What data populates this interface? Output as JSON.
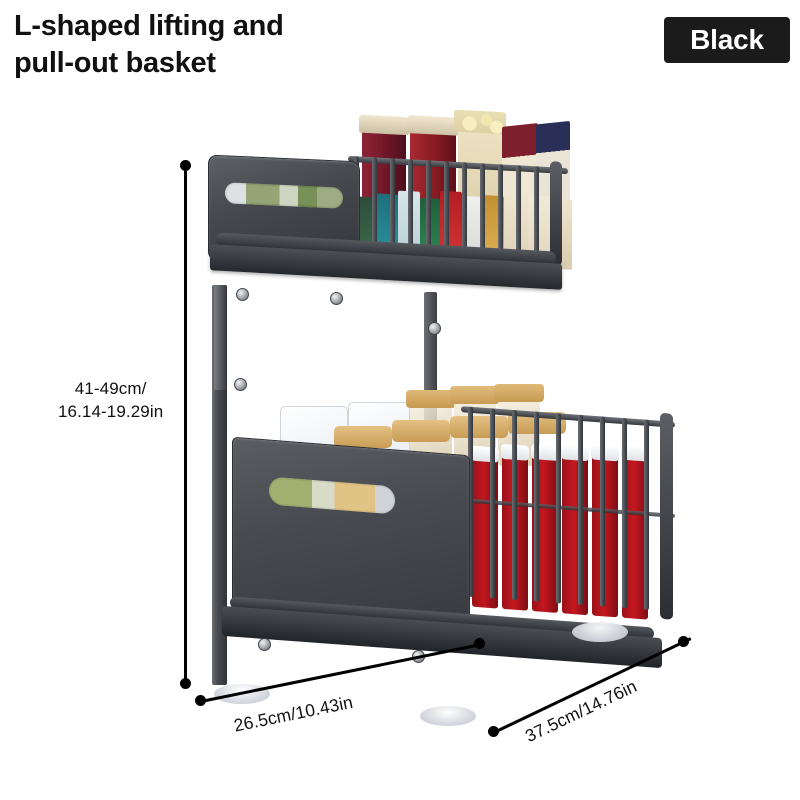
{
  "page": {
    "background_color": "#ffffff",
    "text_color": "#111111"
  },
  "header": {
    "title_line1": "L-shaped lifting and",
    "title_line2": "pull-out basket",
    "color_badge": {
      "label": "Black",
      "background_color": "#1b1b1b",
      "text_color": "#ffffff"
    }
  },
  "product": {
    "name": "2-tier L-shaped lifting and pull-out basket",
    "finish": "Black",
    "tiers": [
      {
        "position": "upper",
        "front_panel": "solid panel with handle slot",
        "side": "wire cage"
      },
      {
        "position": "lower",
        "front_panel": "solid panel with handle slot",
        "side": "wire cage"
      }
    ],
    "feet": "suction cups"
  },
  "dimensions": {
    "height": {
      "line1": "41-49cm/",
      "line2": "16.14-19.29in",
      "axis": "vertical",
      "cm_range": "41-49",
      "in_range": "16.14-19.29"
    },
    "width": {
      "label": "26.5cm/10.43in",
      "axis": "front-bottom",
      "cm": "26.5",
      "in": "10.43"
    },
    "depth": {
      "label": "37.5cm/14.76in",
      "axis": "side-bottom",
      "cm": "37.5",
      "in": "14.76"
    }
  }
}
